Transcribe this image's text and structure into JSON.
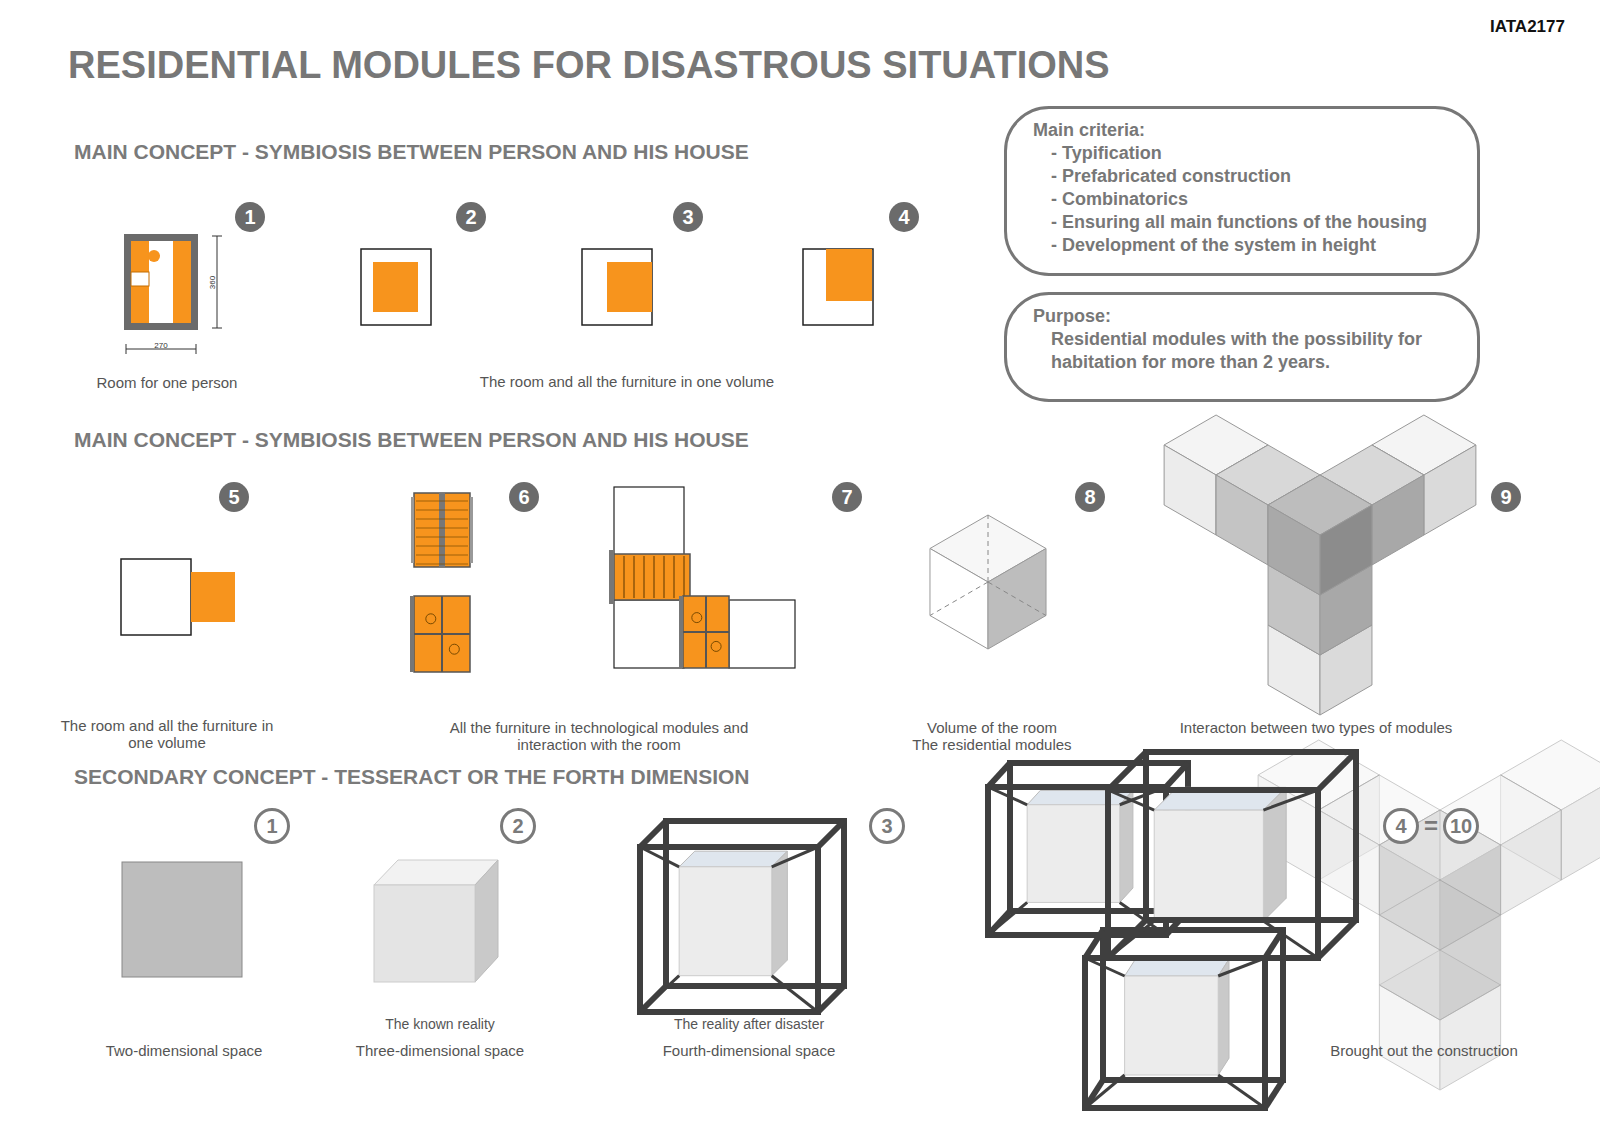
{
  "diagram": {
    "title": "RESIDENTIAL MODULES FOR DISASTROUS SITUATIONS",
    "nodes": [
      {
        "text": [
          "Main criteria:",
          "- Typification",
          "- Prefabricated construction",
          "- Combinatorics",
          "- Ensuring all main functions of the housing",
          "- Development of the system in height"
        ]
      },
      {
        "text": [
          "Purpose:",
          "Residential modules with the possibility for habitation for more than 2 years."
        ]
      }
    ],
    "labels": [
      "IATA2177",
      "MAIN CONCEPT - SYMBIOSIS BETWEEN PERSON AND HIS HOUSE",
      "1",
      "2",
      "3",
      "4",
      "360",
      "270",
      "Room for one person",
      "The room and all the furniture in one volume",
      "MAIN CONCEPT - SYMBIOSIS BETWEEN PERSON AND HIS HOUSE",
      "5",
      "6",
      "7",
      "8",
      "9",
      "The room and all the furniture in one volume",
      "All the furniture in technological modules and interaction with the room",
      "Volume of the room",
      "The residential modules",
      "Interacton between two types of modules",
      "SECONDARY CONCEPT - TESSERACT OR THE FORTH DIMENSION",
      "1",
      "2",
      "3",
      "4",
      "=",
      "10",
      "Two-dimensional space",
      "The known reality",
      "Three-dimensional space",
      "The reality after disaster",
      "Fourth-dimensional space",
      "Brought out the construction"
    ]
  }
}
